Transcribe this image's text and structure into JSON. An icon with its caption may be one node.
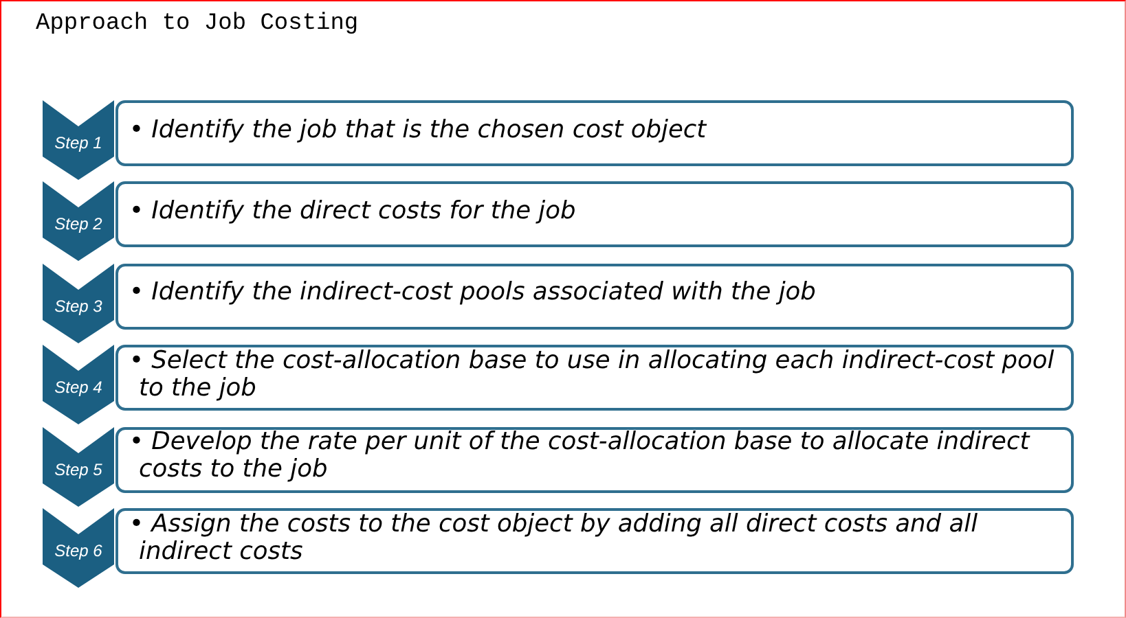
{
  "diagram": {
    "title": "Approach to Job Costing",
    "nodes": [
      {
        "text": [
          "Step 1"
        ]
      },
      {
        "text": [
          "• Identify the job that is the chosen cost object"
        ]
      },
      {
        "text": [
          "Step 2"
        ]
      },
      {
        "text": [
          "• Identify the direct costs for the job"
        ]
      },
      {
        "text": [
          "Step 3"
        ]
      },
      {
        "text": [
          "• Identify the indirect-cost pools associated with the job"
        ]
      },
      {
        "text": [
          "Step 4"
        ]
      },
      {
        "text": [
          "• Select the cost-allocation base to use in allocating each indirect-cost pool to the job"
        ]
      },
      {
        "text": [
          "Step 5"
        ]
      },
      {
        "text": [
          "• Develop the rate per unit of the cost-allocation base to allocate indirect costs to the job"
        ]
      },
      {
        "text": [
          "Step 6"
        ]
      },
      {
        "text": [
          "• Assign the costs to the cost object by adding all direct costs and all indirect costs"
        ]
      }
    ]
  }
}
